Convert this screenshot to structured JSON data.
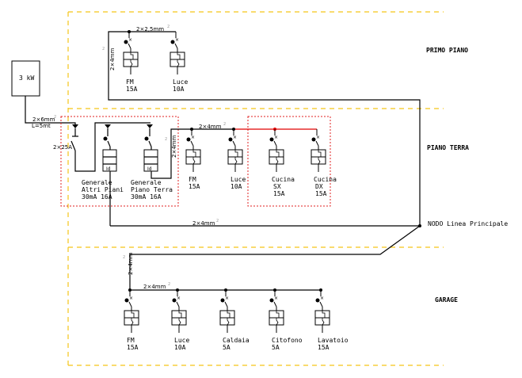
{
  "diagram": {
    "title": "Schema impianto elettrico",
    "source": {
      "label": "3 kW"
    },
    "supply_cable": {
      "section": "2×6mm",
      "length": "L=5mt"
    },
    "main_switch": {
      "rating": "2×25A"
    },
    "floors": [
      {
        "id": "primo-piano",
        "label": "PRIMO PIANO"
      },
      {
        "id": "piano-terra",
        "label": "PIANO TERRA"
      },
      {
        "id": "garage",
        "label": "GARAGE"
      }
    ],
    "node_label": "NODO Linea Principale",
    "colors": {
      "zone": "#f5c518",
      "group": "#e02020",
      "wire": "#000000",
      "wire_highlight": "#e00000"
    },
    "primo_piano": {
      "riser_cable": "2×4mm",
      "bus_cable": "2×2,5mm",
      "breakers": [
        {
          "name": "FM",
          "rating": "15A"
        },
        {
          "name": "Luce",
          "rating": "10A"
        }
      ]
    },
    "piano_terra": {
      "differentials": [
        {
          "line1": "Generale",
          "line2": "Altri Piani",
          "line3": "30mA 16A",
          "tag": "Id"
        },
        {
          "line1": "Generale",
          "line2": "Piano Terra",
          "line3": "30mA 16A",
          "tag": "Id"
        }
      ],
      "riser_cable": "2×4mm",
      "bus_cable": "2×4mm",
      "breakers": [
        {
          "name": "FM",
          "rating": "15A"
        },
        {
          "name": "Luce",
          "rating": "10A"
        },
        {
          "name": "Cucina",
          "sub": "SX",
          "rating": "15A"
        },
        {
          "name": "Cucina",
          "sub": "DX",
          "rating": "15A"
        }
      ]
    },
    "main_line": {
      "cable": "2×4mm"
    },
    "garage": {
      "riser_cable": "2×4mm",
      "bus_cable": "2×4mm",
      "breakers": [
        {
          "name": "FM",
          "rating": "15A"
        },
        {
          "name": "Luce",
          "rating": "10A"
        },
        {
          "name": "Caldaia",
          "rating": "5A"
        },
        {
          "name": "Citofono",
          "rating": "5A"
        },
        {
          "name": "Lavatoio",
          "rating": "15A"
        }
      ]
    },
    "superscript": "2"
  }
}
